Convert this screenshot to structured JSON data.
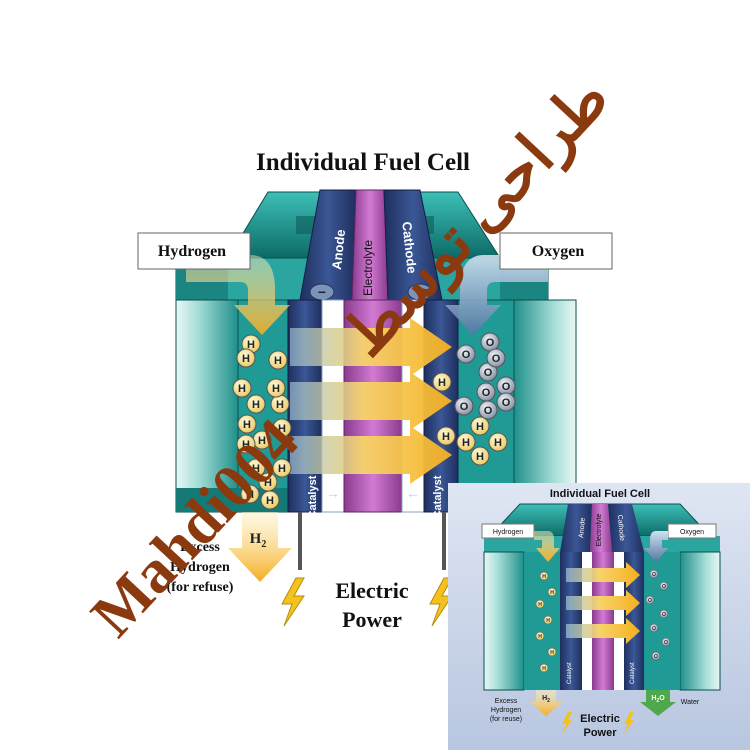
{
  "title": "Individual Fuel Cell",
  "labels": {
    "hydrogen": "Hydrogen",
    "oxygen": "Oxygen",
    "anode": "Anode",
    "electrolyte": "Electrolyte",
    "cathode": "Cathode",
    "catalyst": "Catalyst",
    "h2": "H",
    "h2_sub": "2",
    "excess": "Excess",
    "excess_h": "Hydrogen",
    "excess_reuse": "(for refuse)",
    "electric": "Electric",
    "power": "Power",
    "minus": "−",
    "plus": "+"
  },
  "atoms": {
    "hydrogen_symbol": "H",
    "oxygen_symbol": "O"
  },
  "watermark": {
    "latin": "Mahdi004",
    "arabic": "طراحی توسط"
  },
  "inset": {
    "title": "Individual Fuel Cell",
    "hydrogen": "Hydrogen",
    "oxygen": "Oxygen",
    "anode": "Anode",
    "electrolyte": "Electrolyte",
    "cathode": "Cathode",
    "catalyst": "Catalyst",
    "h2": "H",
    "h2_sub": "2",
    "h2o": "H",
    "h2o_sub": "2",
    "h2o_o": "O",
    "excess": "Excess",
    "excess_h": "Hydrogen",
    "excess_reuse": "(for reuse)",
    "water": "Water",
    "electric": "Electric",
    "power": "Power"
  },
  "colors": {
    "teal": "#1e9a96",
    "teal_dark": "#0f6f6d",
    "teal_light": "#7fcfc9",
    "navy": "#2c3f73",
    "magenta": "#b04fae",
    "electrolyte_light": "#e6c4e8",
    "arrow_yellow": "#f5b82a",
    "h_atom": "#f4e08a",
    "o_atom": "#9aa7b8",
    "watermark": "#8b3a10",
    "inset_bg": "#c7d3e8",
    "lightning": "#f4c21f"
  }
}
